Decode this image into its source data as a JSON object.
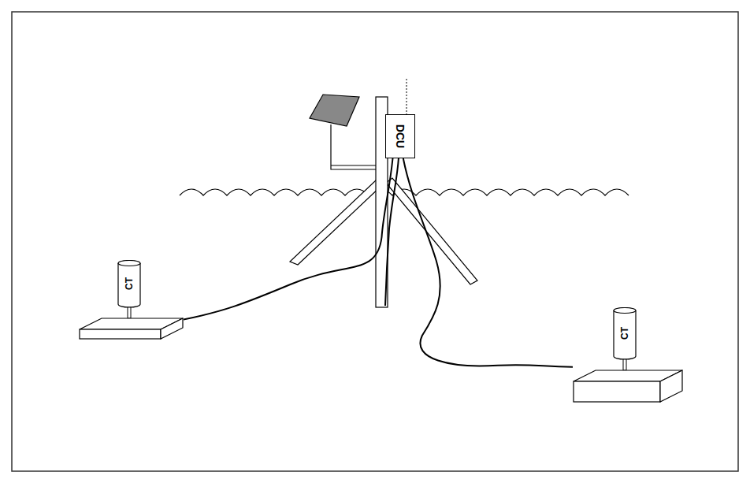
{
  "diagram": {
    "nodes": [
      {
        "text": [
          "DCU"
        ]
      },
      {
        "text": [
          "CT"
        ]
      },
      {
        "text": [
          "CT"
        ]
      }
    ],
    "edges": [
      {
        "from": 0,
        "to": 1,
        "arrow": "none"
      },
      {
        "from": 0,
        "to": 2,
        "arrow": "none"
      }
    ]
  }
}
